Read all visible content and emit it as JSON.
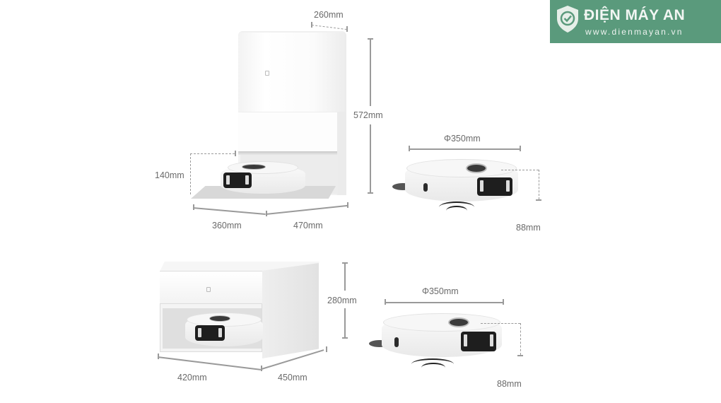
{
  "watermark": {
    "brand": "ĐIỆN MÁY AN",
    "url": "www.dienmayan.vn",
    "icon": "shield-check-icon",
    "background_color": "#5a9a7c"
  },
  "products": {
    "tall_station": {
      "depth": "260mm",
      "height": "572mm",
      "robot_clearance_height": "140mm",
      "width": "360mm",
      "length": "470mm"
    },
    "robot_top": {
      "diameter": "Φ350mm",
      "height": "88mm"
    },
    "cube_station": {
      "height": "280mm",
      "width": "420mm",
      "depth": "450mm"
    },
    "robot_bottom": {
      "diameter": "Φ350mm",
      "height": "88mm"
    }
  }
}
